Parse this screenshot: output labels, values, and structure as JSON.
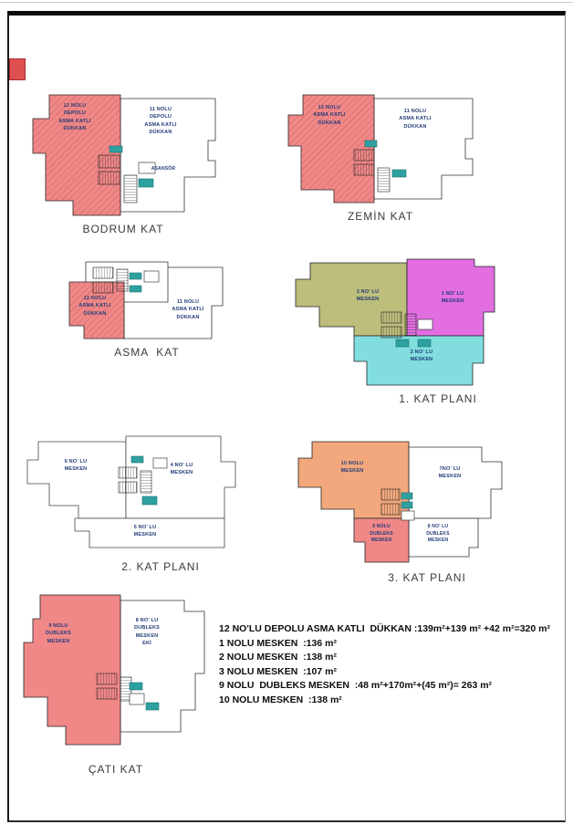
{
  "colors": {
    "pink": "#f08888",
    "hatch": "#c8625f",
    "olive": "#bdbd7c",
    "magenta": "#e26ee2",
    "cyan": "#82dede",
    "orange": "#f2a87c",
    "teal": "#2fa0a0"
  },
  "plans": {
    "bodrum": {
      "caption": "BODRUM KAT",
      "unit12": "12 NOLU\nDEPOLU\nASMA KATLI\nDÜKKAN",
      "unit11": "11 NOLU\nDEPOLU\nASMA KATLI\nDÜKKAN",
      "asansor": "ASANSÖR"
    },
    "zemin": {
      "caption": "ZEMİN KAT",
      "unit12": "12 NOLU\nASMA KATLI\nDÜKKAN",
      "unit11": "11 NOLU\nASMA KATLI\nDÜKKAN"
    },
    "asma": {
      "caption": "ASMA  KAT",
      "unit12": "12 NOLU\nASMA KATLI\nDÜKKAN",
      "unit11": "11 NOLU\nASMA KATLI\nDÜKKAN"
    },
    "kat1": {
      "caption": "1. KAT PLANI",
      "m3": "3 NO' LU\nMESKEN",
      "m1": "1 NO' LU\nMESKEN",
      "m2": "2 NO' LU\nMESKEN"
    },
    "kat2": {
      "caption": "2. KAT PLANI",
      "m6": "6 NO' LU\nMESKEN",
      "m4": "4 NO' LU\nMESKEN",
      "m5": "5 NO' LU\nMESKEN"
    },
    "kat3": {
      "caption": "3. KAT PLANI",
      "m10": "10 NOLU\nMESKEN",
      "m7": "7NO' LU\nMESKEN",
      "m9": "9 NOLU\nDUBLEKS\nMESKEN",
      "m8": "8 NO' LU\nDUBLEKS\nMESKEN"
    },
    "cati": {
      "caption": "ÇATI KAT",
      "m9": "9 NOLU\nDUBLEKS\nMESKEN",
      "m8": "8 NO' LU\nDUBLEKS\nMESKEN\nEKİ"
    }
  },
  "areas": {
    "lines": [
      "12 NO'LU DEPOLU ASMA KATLI  DÜKKAN :139m²+139 m² +42 m²=320 m²",
      "1 NOLU MESKEN  :136 m²",
      "2 NOLU MESKEN  :138 m²",
      "3 NOLU MESKEN  :107 m²",
      "9 NOLU  DUBLEKS MESKEN  :48 m²+170m²+(45 m²)= 263 m²",
      "10 NOLU MESKEN  :138 m²"
    ]
  }
}
